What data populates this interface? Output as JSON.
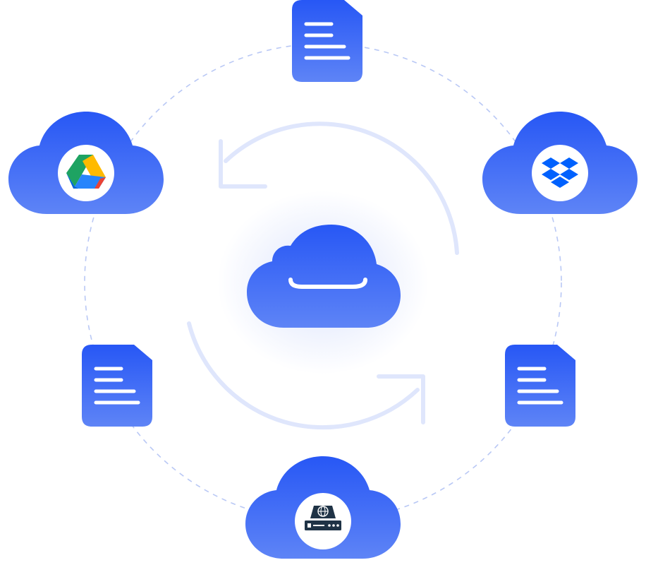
{
  "colors": {
    "accent_top": "#2757f5",
    "accent_bottom": "#5e84f6",
    "orbit": "#b9c8f5",
    "sync_arrows": "#dfe6fc",
    "badge_bg": "#ffffff",
    "dropbox": "#0061fe",
    "server_dark": "#1f3346",
    "drive_green": "#1ea362",
    "drive_yellow": "#ffba00",
    "drive_blue": "#2684fc",
    "drive_red": "#ea4335"
  },
  "nodes": {
    "center": {
      "kind": "cloud",
      "icon": "cloud-smile-icon"
    },
    "top_left": {
      "kind": "cloud",
      "icon": "google-drive-icon"
    },
    "top_right": {
      "kind": "cloud",
      "icon": "dropbox-icon"
    },
    "bottom": {
      "kind": "cloud",
      "icon": "network-server-icon"
    },
    "doc_top": {
      "kind": "document",
      "icon": "document-icon"
    },
    "doc_left": {
      "kind": "document",
      "icon": "document-icon"
    },
    "doc_right": {
      "kind": "document",
      "icon": "document-icon"
    }
  },
  "connectors": {
    "orbit": {
      "style": "dashed",
      "shape": "circle"
    },
    "sync": {
      "icon": "sync-arrows-icon"
    }
  }
}
